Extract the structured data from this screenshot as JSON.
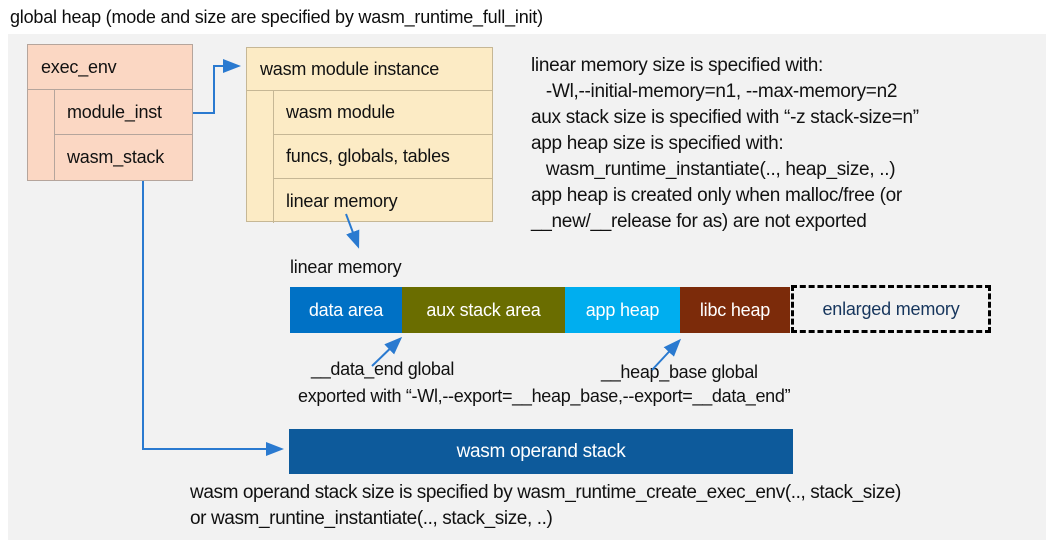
{
  "title": "global heap (mode and size are specified by wasm_runtime_full_init)",
  "exec_env": {
    "title": "exec_env",
    "fill": "#fbd7c3",
    "cells": [
      "module_inst",
      "wasm_stack"
    ]
  },
  "module_instance": {
    "title": "wasm module instance",
    "fill": "#fcebc5",
    "cells": [
      "wasm module",
      "funcs, globals, tables",
      "linear memory"
    ]
  },
  "right_notes": {
    "lines": [
      "linear memory size is specified with:",
      "   -Wl,--initial-memory=n1, --max-memory=n2",
      "aux stack size is specified with “-z stack-size=n”",
      "app heap size is specified with:",
      "   wasm_runtime_instantiate(.., heap_size, ..)",
      "app heap is created only when malloc/free (or",
      "__new/__release for as) are not exported"
    ]
  },
  "linear_memory": {
    "label": "linear memory",
    "segments": [
      {
        "label": "data area",
        "color": "#0071c5"
      },
      {
        "label": "aux stack area",
        "color": "#6a6d00"
      },
      {
        "label": "app heap",
        "color": "#00aeef"
      },
      {
        "label": "libc heap",
        "color": "#7c2b0a"
      }
    ],
    "enlarged": {
      "label": "enlarged memory",
      "text_color": "#17365d"
    }
  },
  "annotations": {
    "data_end": "__data_end global",
    "heap_base": "__heap_base global",
    "exported": "exported with “-Wl,--export=__heap_base,--export=__data_end”"
  },
  "operand_stack": {
    "label": "wasm operand stack",
    "color": "#0d5a9b"
  },
  "bottom_notes": {
    "lines": [
      "wasm operand stack size is specified by wasm_runtime_create_exec_env(.., stack_size)",
      "or wasm_runtine_instantiate(.., stack_size, ..)"
    ]
  },
  "colors": {
    "panel_background": "#f2f2f2",
    "arrow_blue": "#2a7ad0",
    "enlarged_text": "#17365d"
  }
}
